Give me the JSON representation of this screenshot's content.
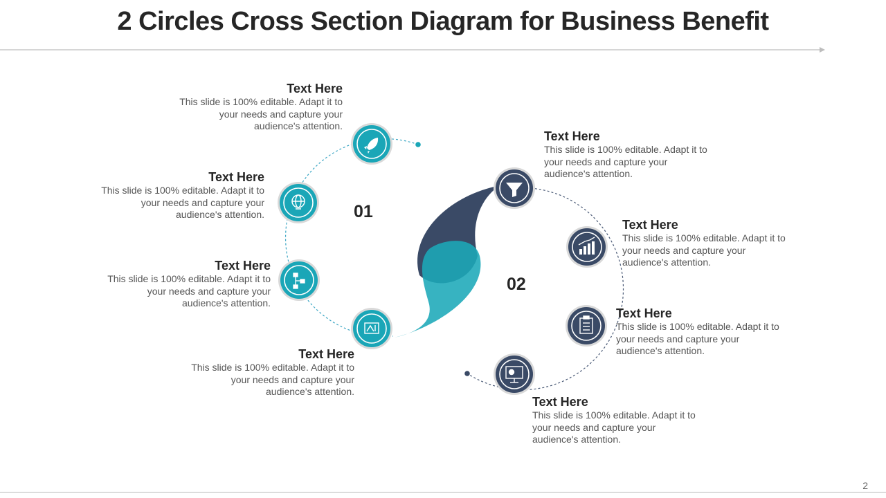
{
  "title": "2 Circles Cross Section Diagram for Business Benefit",
  "page_number": "2",
  "colors": {
    "teal": "#1aa6b7",
    "navy": "#3a4a66",
    "dashed": "#3ba6c4",
    "title": "#262626"
  },
  "circle1": {
    "label": "01",
    "items": [
      {
        "icon": "rocket-icon",
        "title": "Text Here",
        "body": [
          "This slide is 100% editable. Adapt it to",
          "your needs and capture your",
          "audience's attention."
        ]
      },
      {
        "icon": "globe-bulb-icon",
        "title": "Text Here",
        "body": [
          "This slide is 100% editable. Adapt it to",
          "your needs and capture your",
          "audience's attention."
        ]
      },
      {
        "icon": "flowchart-icon",
        "title": "Text Here",
        "body": [
          "This slide is 100% editable. Adapt it to",
          "your needs and capture your",
          "audience's attention."
        ]
      },
      {
        "icon": "blueprint-icon",
        "title": "Text Here",
        "body": [
          "This slide is 100% editable. Adapt it to",
          "your needs and capture your",
          "audience's attention."
        ]
      }
    ]
  },
  "circle2": {
    "label": "02",
    "items": [
      {
        "icon": "funnel-icon",
        "title": "Text Here",
        "body": [
          "This slide is 100% editable. Adapt it to",
          "your needs and capture your",
          "audience's attention."
        ]
      },
      {
        "icon": "growth-chart-icon",
        "title": "Text Here",
        "body": [
          "This slide is 100% editable. Adapt it to",
          "your needs and capture your",
          "audience's attention."
        ]
      },
      {
        "icon": "clipboard-icon",
        "title": "Text Here",
        "body": [
          "This slide is 100% editable. Adapt it to",
          "your needs and capture your",
          "audience's attention."
        ]
      },
      {
        "icon": "presentation-icon",
        "title": "Text Here",
        "body": [
          "This slide is 100% editable. Adapt it to",
          "your needs and capture your",
          "audience's attention."
        ]
      }
    ]
  }
}
